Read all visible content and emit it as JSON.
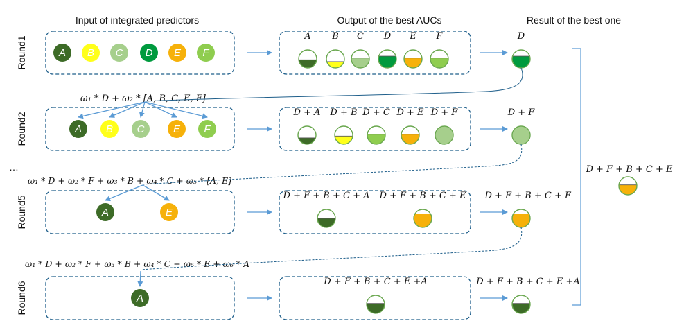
{
  "colors": {
    "A": "#3d6b27",
    "B": "#ffff1a",
    "C": "#a6cf8c",
    "D": "#009a3e",
    "E": "#f6b10a",
    "F": "#8fcd4f",
    "border": "#1f5f8b",
    "arrow": "#5b9bd5"
  },
  "headers": {
    "input": "Input of integrated predictors",
    "output": "Output of the best AUCs",
    "result": "Result of the best one"
  },
  "ellipsis": "…",
  "final": {
    "label": "D + F + B + C + E",
    "predictor": "E",
    "fill": 0.55
  },
  "rounds": [
    {
      "name": "Round1",
      "formula": "",
      "inputs": [
        "A",
        "B",
        "C",
        "D",
        "E",
        "F"
      ],
      "outputs": [
        {
          "label": "A",
          "color": "A",
          "fill": 0.45
        },
        {
          "label": "B",
          "color": "B",
          "fill": 0.35
        },
        {
          "label": "C",
          "color": "C",
          "fill": 0.55
        },
        {
          "label": "D",
          "color": "D",
          "fill": 0.65
        },
        {
          "label": "E",
          "color": "E",
          "fill": 0.55
        },
        {
          "label": "F",
          "color": "F",
          "fill": 0.55
        }
      ],
      "best": {
        "label": "D",
        "color": "D",
        "fill": 0.65
      }
    },
    {
      "name": "Round2",
      "formula": "ω₁ * D + ω₂ * [A, B, C, E, F]",
      "inputs": [
        "A",
        "B",
        "C",
        "E",
        "F"
      ],
      "outputs": [
        {
          "label": "D + A",
          "color": "A",
          "fill": 0.35
        },
        {
          "label": "D + B",
          "color": "B",
          "fill": 0.45
        },
        {
          "label": "D + C",
          "color": "F",
          "fill": 0.55
        },
        {
          "label": "D + E",
          "color": "E",
          "fill": 0.55
        },
        {
          "label": "D + F",
          "color": "C",
          "fill": 1.0
        }
      ],
      "best": {
        "label": "D + F",
        "color": "C",
        "fill": 1.0
      }
    },
    {
      "name": "Round5",
      "formula": "ω₁ * D + ω₂ * F + ω₃ * B + ω₄ * C + ω₅ * [A, E]",
      "inputs": [
        "A",
        "E"
      ],
      "outputs": [
        {
          "label": "D + F + B + C + A",
          "color": "A",
          "fill": 0.5
        },
        {
          "label": "D + F + B + C + E",
          "color": "E",
          "fill": 0.75
        }
      ],
      "best": {
        "label": "D + F + B + C + E",
        "color": "E",
        "fill": 0.75
      }
    },
    {
      "name": "Round6",
      "formula": "ω₁ * D + ω₂ * F + ω₃ * B + ω₄ * C + ω₅ * E + ω₆ * A",
      "inputs": [
        "A"
      ],
      "outputs": [
        {
          "label": "D + F + B + C + E +A",
          "color": "A",
          "fill": 0.55
        }
      ],
      "best": {
        "label": "D + F + B + C + E +A",
        "color": "A",
        "fill": 0.55
      }
    }
  ]
}
